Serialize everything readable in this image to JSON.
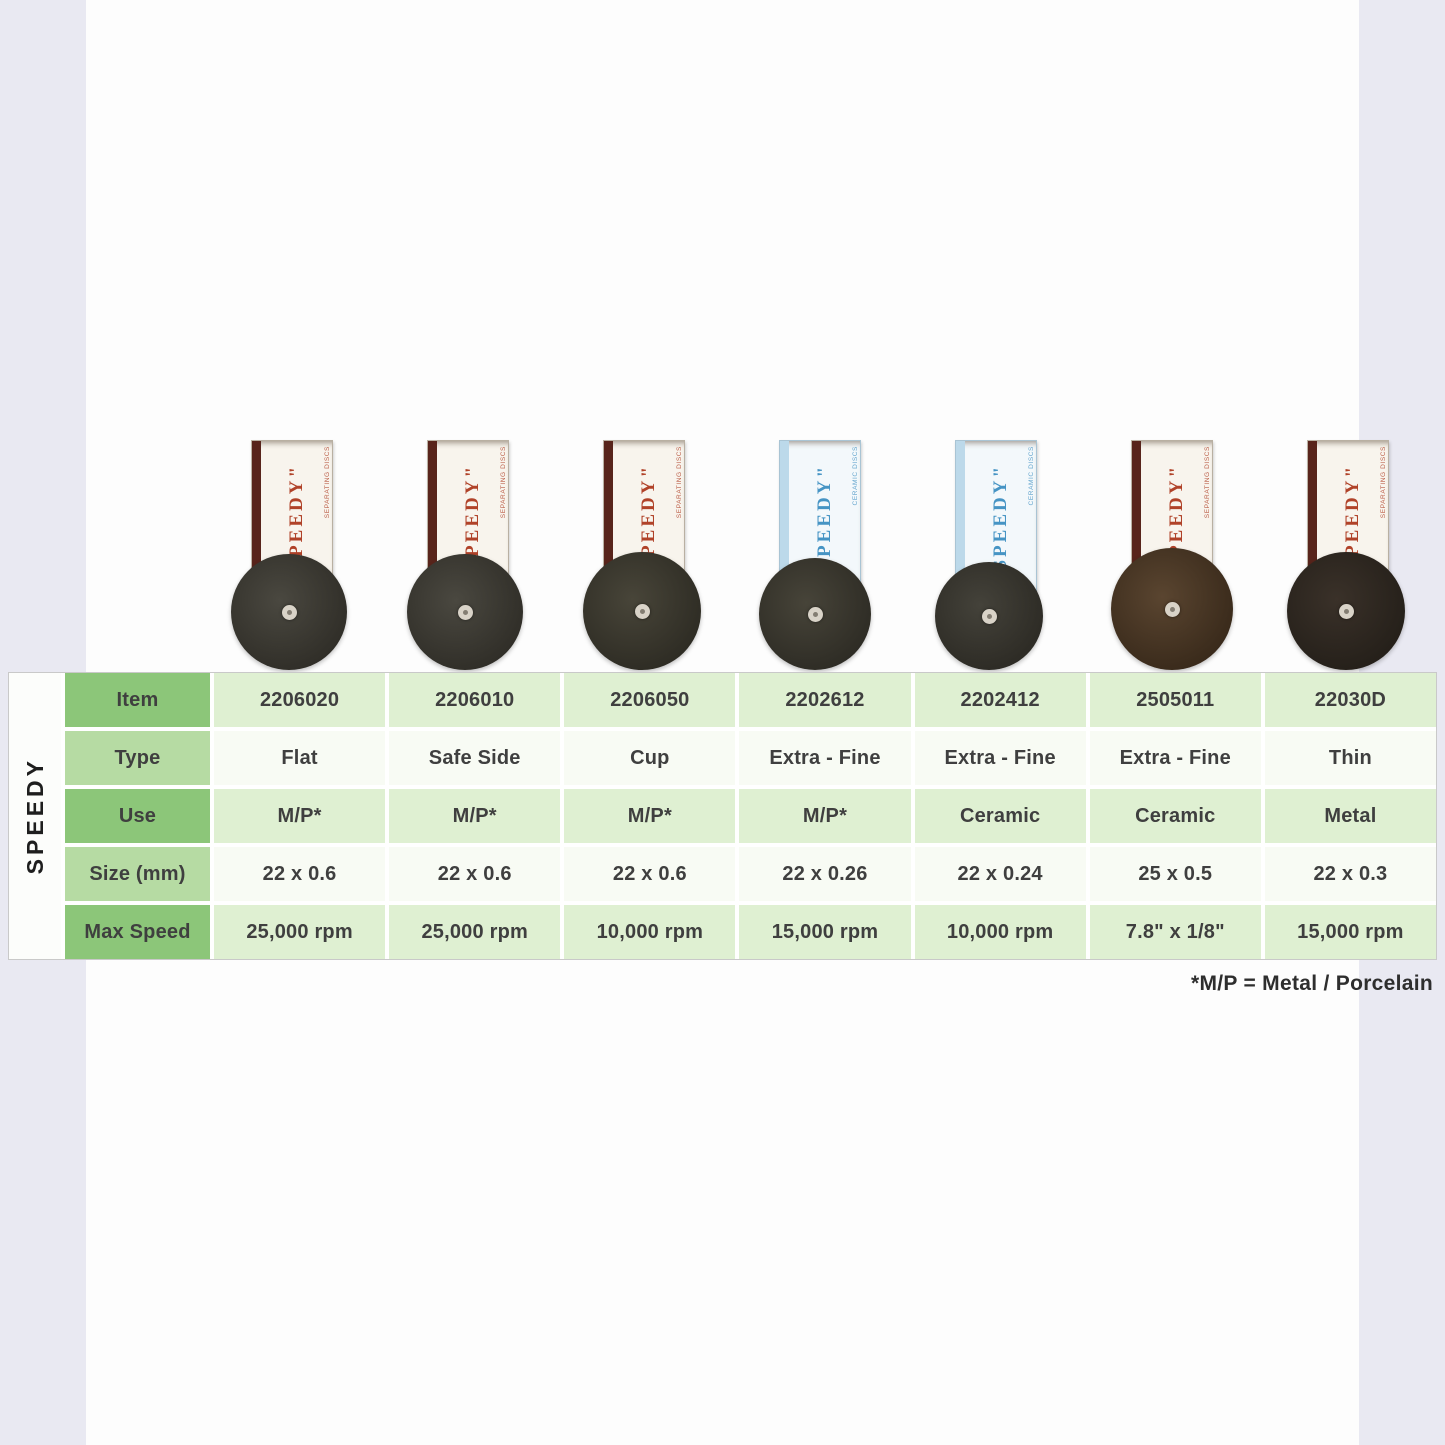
{
  "sidebar_label": "SPEEDY",
  "footnote": "*M/P = Metal / Porcelain",
  "row_labels": [
    "Item",
    "Type",
    "Use",
    "Size (mm)",
    "Max Speed"
  ],
  "colors": {
    "label_dark": "#8cc679",
    "label_light": "#b6dba3",
    "row_green": "#dff0d2",
    "row_white": "#f8fbf4",
    "text": "#3f3f3f"
  },
  "products": [
    {
      "item": "2206020",
      "type": "Flat",
      "use": "M/P*",
      "size": "22 x 0.6",
      "max_speed": "25,000 rpm",
      "box_title": "\"SPEEDY\"",
      "box_subtitle": "SEPARATING DISCS",
      "accent": "#b04229",
      "strip": "#58241b",
      "box_bg": "#f8f4ed",
      "box_border": "#b9b0a2",
      "disc_center": "#4a4840",
      "disc_edge": "#2f2d27",
      "disc_size": "116px"
    },
    {
      "item": "2206010",
      "type": "Safe Side",
      "use": "M/P*",
      "size": "22 x 0.6",
      "max_speed": "25,000 rpm",
      "box_title": "\"SPEEDY\"",
      "box_subtitle": "SEPARATING DISCS",
      "accent": "#b04229",
      "strip": "#58241b",
      "box_bg": "#f8f4ed",
      "box_border": "#b9b0a2",
      "disc_center": "#4a4840",
      "disc_edge": "#2f2d27",
      "disc_size": "116px"
    },
    {
      "item": "2206050",
      "type": "Cup",
      "use": "M/P*",
      "size": "22 x 0.6",
      "max_speed": "10,000 rpm",
      "box_title": "\"SPEEDY\"",
      "box_subtitle": "SEPARATING DISCS",
      "accent": "#b04229",
      "strip": "#58241b",
      "box_bg": "#f8f4ed",
      "box_border": "#b9b0a2",
      "disc_center": "#484539",
      "disc_edge": "#2d2b23",
      "disc_size": "118px"
    },
    {
      "item": "2202612",
      "type": "Extra - Fine",
      "use": "M/P*",
      "size": "22 x 0.26",
      "max_speed": "15,000 rpm",
      "box_title": "\"SPEEDY\"",
      "box_subtitle": "CERAMIC DISCS",
      "accent": "#4694c4",
      "strip": "#bcd9ea",
      "box_bg": "#f3f8fb",
      "box_border": "#a9c4d4",
      "disc_center": "#474439",
      "disc_edge": "#2d2b24",
      "disc_size": "112px"
    },
    {
      "item": "2202412",
      "type": "Extra - Fine",
      "use": "Ceramic",
      "size": "22 x 0.24",
      "max_speed": "10,000 rpm",
      "box_title": "\"SPEEDY\"",
      "box_subtitle": "CERAMIC DISCS",
      "accent": "#4694c4",
      "strip": "#bcd9ea",
      "box_bg": "#f3f8fb",
      "box_border": "#a9c4d4",
      "disc_center": "#44423a",
      "disc_edge": "#2c2a24",
      "disc_size": "108px"
    },
    {
      "item": "2505011",
      "type": "Extra - Fine",
      "use": "Ceramic",
      "size": "25 x 0.5",
      "max_speed": "7.8\" x 1/8\"",
      "box_title": "\"SPEEDY\"",
      "box_subtitle": "SEPARATING DISCS",
      "accent": "#b04229",
      "strip": "#58241b",
      "box_bg": "#f8f4ed",
      "box_border": "#b9b0a2",
      "disc_center": "#5a4530",
      "disc_edge": "#38291a",
      "disc_size": "122px"
    },
    {
      "item": "22030D",
      "type": "Thin",
      "use": "Metal",
      "size": "22 x 0.3",
      "max_speed": "15,000 rpm",
      "box_title": "\"SPEEDY\"",
      "box_subtitle": "SEPARATING DISCS",
      "accent": "#b04229",
      "strip": "#58241b",
      "box_bg": "#f8f4ed",
      "box_border": "#b9b0a2",
      "disc_center": "#3a3129",
      "disc_edge": "#241f19",
      "disc_size": "118px"
    }
  ]
}
